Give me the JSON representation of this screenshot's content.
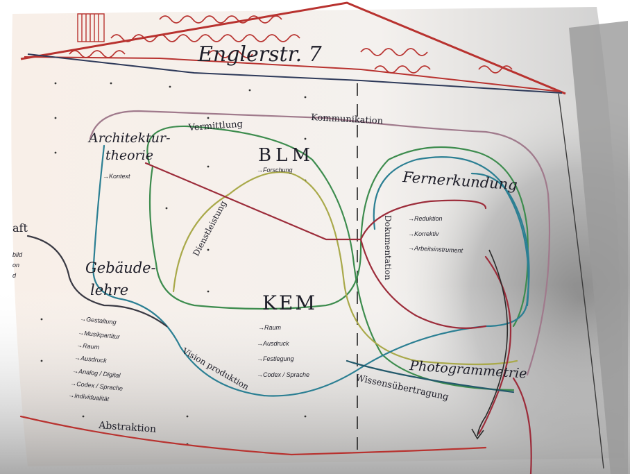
{
  "title": "Englerstr. 7",
  "nodes": {
    "architekturtheorie": {
      "line1": "Architektur-",
      "line2": "theorie",
      "sub": "→Kontext"
    },
    "blm": {
      "label": "BLM",
      "sub": "→Forschung"
    },
    "fernerkundung": {
      "label": "Fernerkundung",
      "items": [
        "→Reduktion",
        "→Korrektiv",
        "→Arbeitsinstrument"
      ]
    },
    "gebaeudelehre": {
      "line1": "Gebäude-",
      "line2": "lehre",
      "items": [
        "→Gestaltung",
        "→Musikpartitur",
        "→Raum",
        "→Ausdruck",
        "→Analog / Digital",
        "→Codex / Sprache",
        "→Individualität"
      ]
    },
    "kem": {
      "label": "KEM",
      "items": [
        "→Raum",
        "→Ausdruck",
        "→Festlegung",
        "→Codex / Sprache"
      ]
    },
    "photogrammetrie": {
      "label": "Photogrammetrie"
    }
  },
  "links": {
    "vermittlung": "Vermittlung",
    "kommunikation": "Kommunikation",
    "dienstleistung": "Dienstleistung",
    "dokumentation": "Dokumentation",
    "wissensuebertragung": "Wissensübertragung",
    "visionsproduktion": "Vision produktion",
    "abstraktion": "Abstraktion"
  },
  "left_edge": {
    "aft": "aft",
    "bild": "bild",
    "on": "on",
    "d": "d"
  },
  "colors": {
    "roof": "#b8322f",
    "green": "#3d8c4e",
    "teal": "#2b7f93",
    "olive": "#a9a94a",
    "mauve": "#a07a8c",
    "darkred": "#9c2c3a",
    "ink": "#1d1d28"
  }
}
